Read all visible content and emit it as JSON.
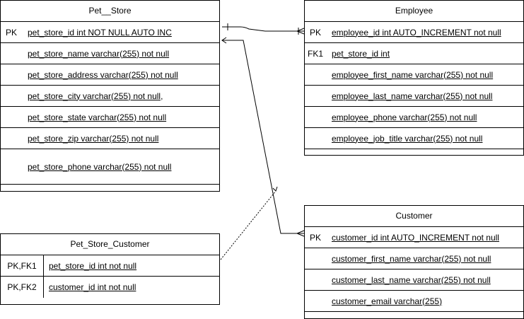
{
  "entities": {
    "pet_store": {
      "title": "Pet__Store",
      "rows": [
        {
          "key": "PK",
          "field": "pet_store_id int NOT NULL AUTO INC"
        },
        {
          "key": "",
          "field": "pet_store_name varchar(255) not null"
        },
        {
          "key": "",
          "field": "pet_store_address varchar(255) not null"
        },
        {
          "key": "",
          "field": "pet_store_city varchar(255) not null,"
        },
        {
          "key": "",
          "field": "pet_store_state varchar(255) not null"
        },
        {
          "key": "",
          "field": "pet_store_zip varchar(255) not null"
        },
        {
          "key": "",
          "field": "pet_store_phone varchar(255) not null"
        }
      ]
    },
    "employee": {
      "title": "Employee",
      "rows": [
        {
          "key": "PK",
          "field": "employee_id int AUTO_INCREMENT not null"
        },
        {
          "key": "FK1",
          "field": "pet_store_id int"
        },
        {
          "key": "",
          "field": "employee_first_name varchar(255) not null"
        },
        {
          "key": "",
          "field": "employee_last_name varchar(255) not null"
        },
        {
          "key": "",
          "field": "employee_phone varchar(255) not null"
        },
        {
          "key": "",
          "field": "employee_job_title varchar(255) not null"
        }
      ]
    },
    "customer": {
      "title": "Customer",
      "rows": [
        {
          "key": "PK",
          "field": "customer_id int AUTO_INCREMENT not null"
        },
        {
          "key": "",
          "field": "customer_first_name varchar(255) not null"
        },
        {
          "key": "",
          "field": "customer_last_name varchar(255) not null"
        },
        {
          "key": "",
          "field": "customer_email varchar(255)"
        }
      ]
    },
    "pet_store_customer": {
      "title": "Pet_Store_Customer",
      "rows": [
        {
          "key": "PK,FK1",
          "field": "pet_store_id int not null"
        },
        {
          "key": "PK,FK2",
          "field": "customer_id int not null"
        }
      ]
    }
  },
  "colors": {
    "line": "#000000",
    "background": "#ffffff"
  }
}
